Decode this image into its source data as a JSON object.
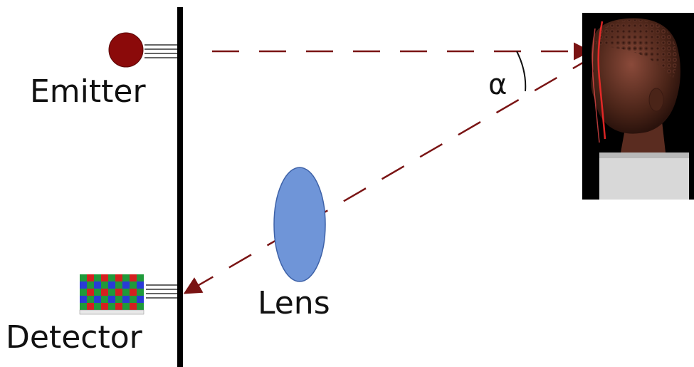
{
  "labels": {
    "emitter": "Emitter",
    "detector": "Detector",
    "lens": "Lens",
    "angle": "α"
  },
  "colors": {
    "beam": "#7a1414",
    "emitter": "#8b0a0a",
    "lens_fill": "#6f95d8",
    "lens_stroke": "#3e62a8",
    "wall": "#000000",
    "laser_line": "#ff2a2a",
    "detector_red": "#d42020",
    "detector_green": "#1f9a3a",
    "detector_blue": "#2a3ad6"
  },
  "icons": {
    "emitter": "red-dot-emitter-icon",
    "detector": "bayer-sensor-grid-icon",
    "target": "sculpted-head-photo"
  }
}
